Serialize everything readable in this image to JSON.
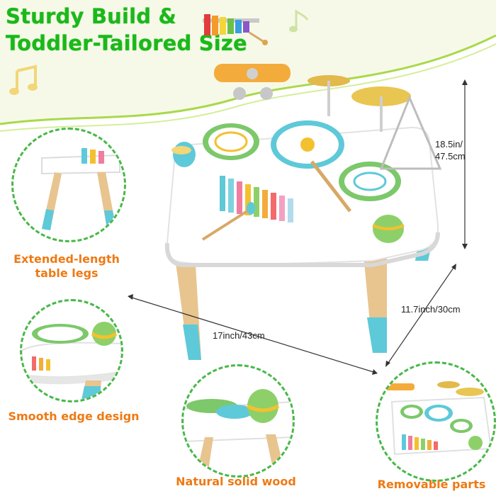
{
  "headline": {
    "line1": "Sturdy Build &",
    "line2": "Toddler-Tailored Size"
  },
  "dimensions": {
    "height": "18.5in/\n47.5cm",
    "height_line1": "18.5in/",
    "height_line2": "47.5cm",
    "depth": "11.7inch/30cm",
    "width": "17inch/43cm"
  },
  "features": [
    {
      "label_line1": "Extended-length",
      "label_line2": "table legs"
    },
    {
      "label": "Smooth edge design"
    },
    {
      "label": "Natural solid wood"
    },
    {
      "label": "Removable parts"
    }
  ],
  "colors": {
    "accent_green": "#1bb81b",
    "callout_orange": "#ee7a14",
    "dashed_circle": "#48b848",
    "leg_tip_blue": "#5ec9d8",
    "wood": "#e8c48f"
  },
  "icons": [
    "music-note-icon",
    "music-note-icon",
    "xylophone-icon",
    "arrow-icon"
  ]
}
